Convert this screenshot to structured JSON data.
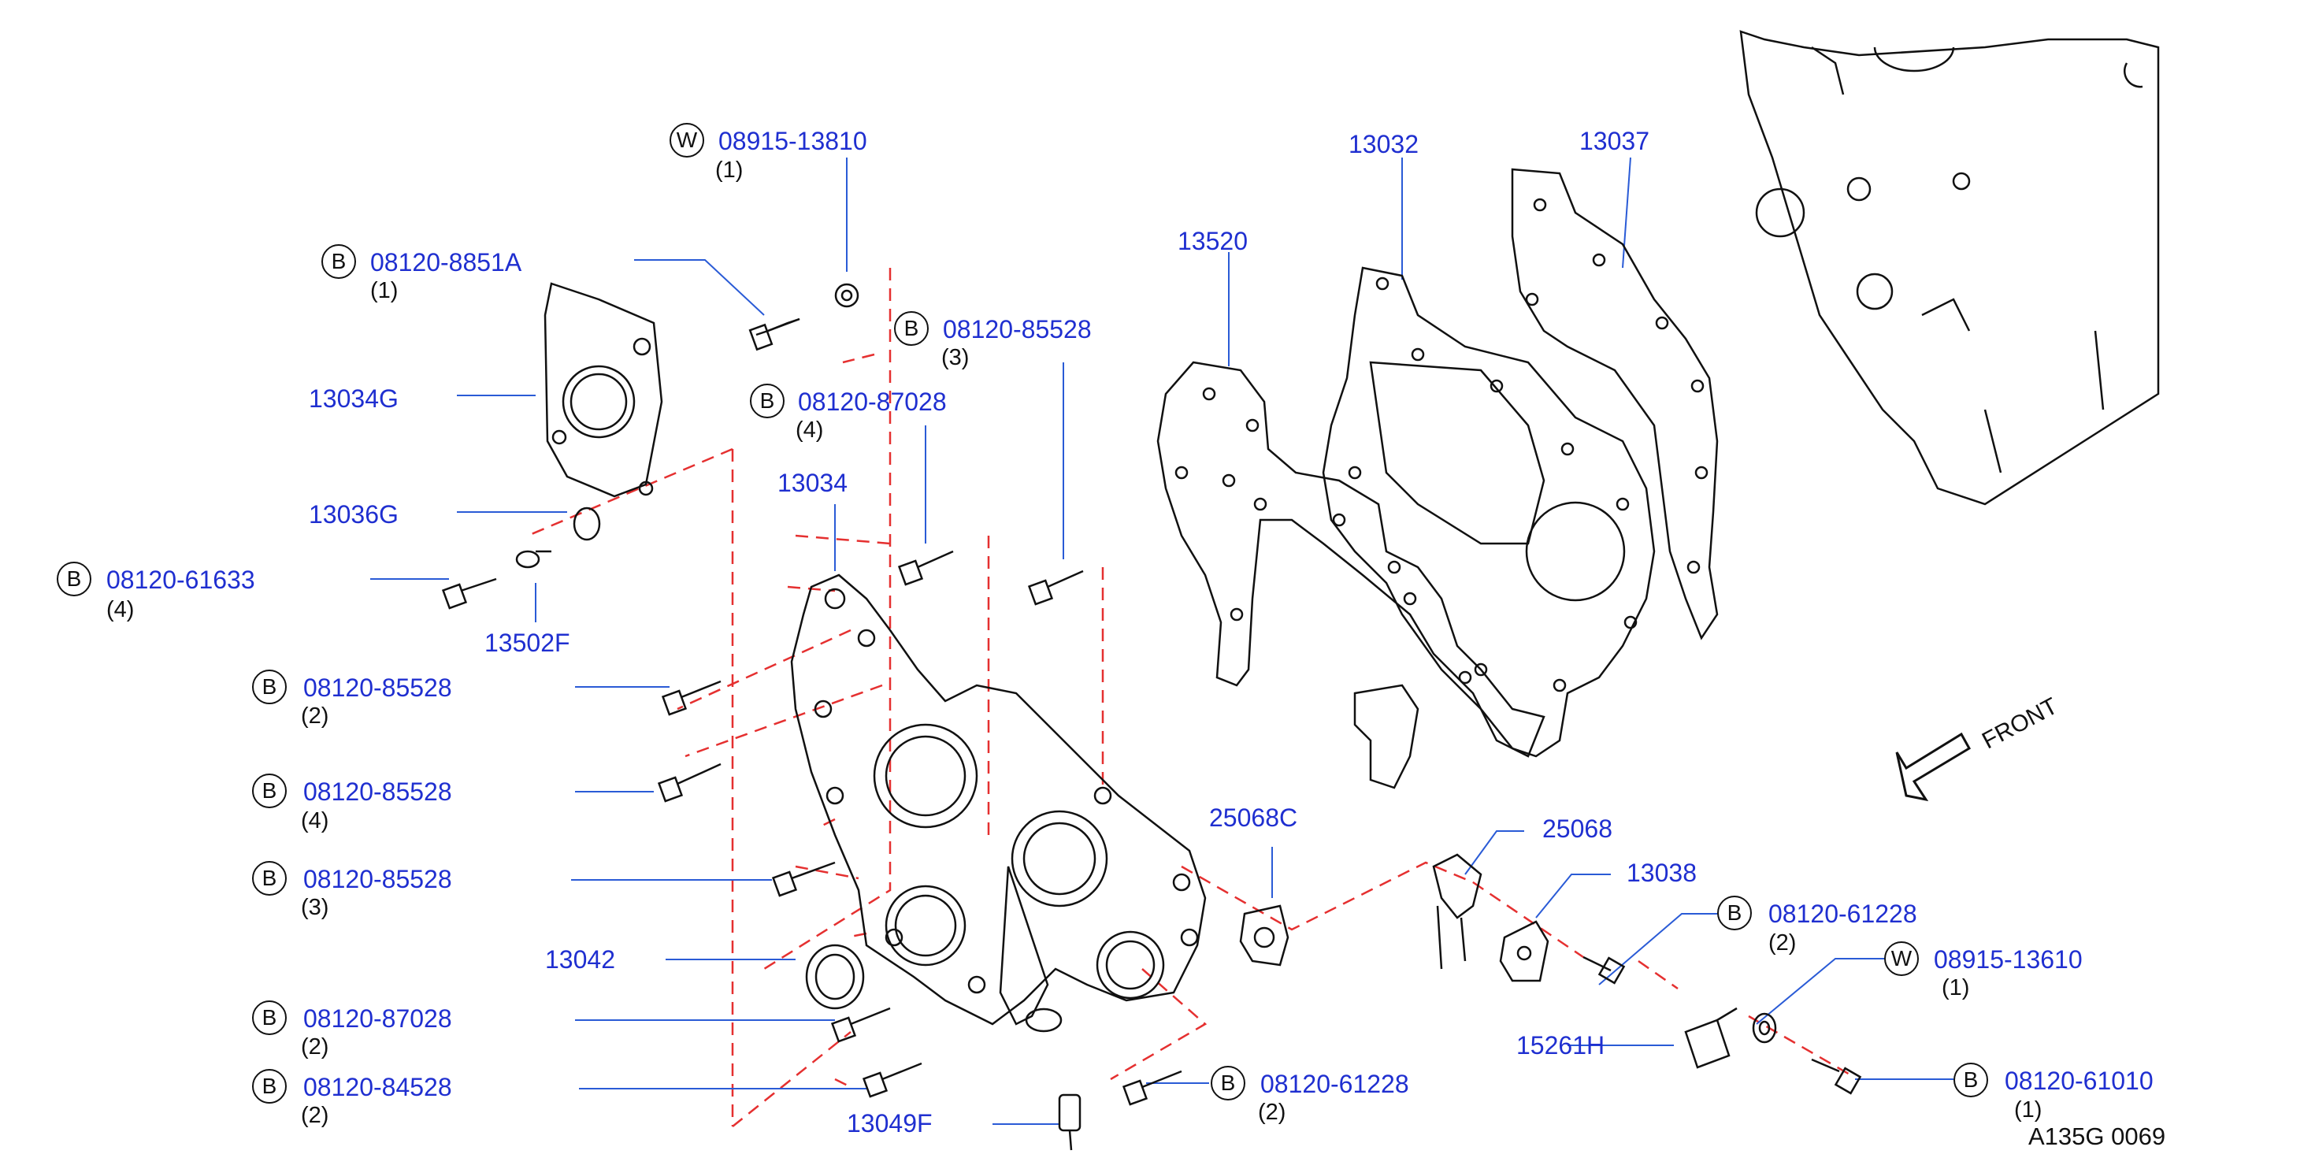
{
  "diagram": {
    "reference": "A135G  0069",
    "direction_label": "FRONT",
    "callouts": [
      {
        "id": "c1",
        "badge": "W",
        "part": "08915-13810",
        "qty": "(1)"
      },
      {
        "id": "c2",
        "badge": "B",
        "part": "08120-8851A",
        "qty": "(1)"
      },
      {
        "id": "c3",
        "badge": "",
        "part": "13034G",
        "qty": ""
      },
      {
        "id": "c4",
        "badge": "",
        "part": "13036G",
        "qty": ""
      },
      {
        "id": "c5",
        "badge": "B",
        "part": "08120-61633",
        "qty": "(4)"
      },
      {
        "id": "c6",
        "badge": "",
        "part": "13502F",
        "qty": ""
      },
      {
        "id": "c7",
        "badge": "B",
        "part": "08120-85528",
        "qty": "(3)"
      },
      {
        "id": "c8",
        "badge": "B",
        "part": "08120-87028",
        "qty": "(4)"
      },
      {
        "id": "c9",
        "badge": "",
        "part": "13034",
        "qty": ""
      },
      {
        "id": "c10",
        "badge": "B",
        "part": "08120-85528",
        "qty": "(2)"
      },
      {
        "id": "c11",
        "badge": "B",
        "part": "08120-85528",
        "qty": "(4)"
      },
      {
        "id": "c12",
        "badge": "B",
        "part": "08120-85528",
        "qty": "(3)"
      },
      {
        "id": "c13",
        "badge": "",
        "part": "13042",
        "qty": ""
      },
      {
        "id": "c14",
        "badge": "B",
        "part": "08120-87028",
        "qty": "(2)"
      },
      {
        "id": "c15",
        "badge": "B",
        "part": "08120-84528",
        "qty": "(2)"
      },
      {
        "id": "c16",
        "badge": "",
        "part": "13049F",
        "qty": ""
      },
      {
        "id": "c17",
        "badge": "B",
        "part": "08120-61228",
        "qty": "(2)"
      },
      {
        "id": "c18",
        "badge": "",
        "part": "13520",
        "qty": ""
      },
      {
        "id": "c19",
        "badge": "",
        "part": "13032",
        "qty": ""
      },
      {
        "id": "c20",
        "badge": "",
        "part": "13037",
        "qty": ""
      },
      {
        "id": "c21",
        "badge": "",
        "part": "25068C",
        "qty": ""
      },
      {
        "id": "c22",
        "badge": "",
        "part": "25068",
        "qty": ""
      },
      {
        "id": "c23",
        "badge": "",
        "part": "13038",
        "qty": ""
      },
      {
        "id": "c24",
        "badge": "B",
        "part": "08120-61228",
        "qty": "(2)"
      },
      {
        "id": "c25",
        "badge": "W",
        "part": "08915-13610",
        "qty": "(1)"
      },
      {
        "id": "c26",
        "badge": "",
        "part": "15261H",
        "qty": ""
      },
      {
        "id": "c27",
        "badge": "B",
        "part": "08120-61010",
        "qty": "(1)"
      }
    ]
  },
  "colors": {
    "part_number": "#1f2fd0",
    "leader": "#2a5bd6",
    "dashed": "#e53030",
    "drawing": "#111111"
  }
}
